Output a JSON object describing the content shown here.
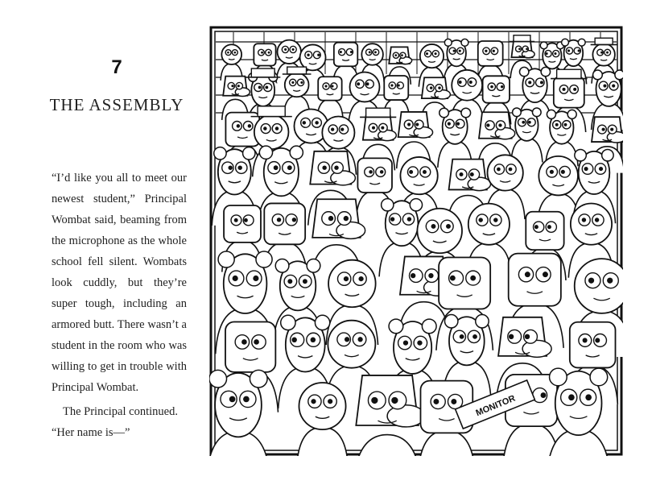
{
  "chapter": {
    "number": "7",
    "title": "THE ASSEMBLY"
  },
  "body": {
    "paragraph_1": "“I’d like you all to meet our newest student,” Principal Wombat said, beaming from the microphone as the whole school fell silent. Wombats look cuddly, but they’re super tough, including an armored butt. There wasn’t a student in the room who was willing to get in trouble with Principal Wombat.",
    "paragraph_2": "The Principal continued. “Her name is—”"
  },
  "illustration": {
    "sash_label": "MONITOR",
    "ink_color": "#111111",
    "paper_color": "#ffffff"
  }
}
